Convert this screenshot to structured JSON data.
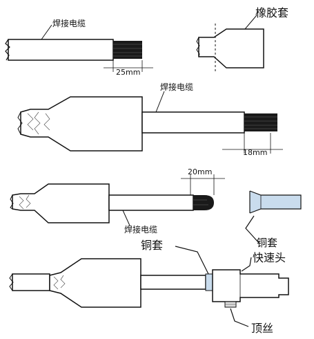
{
  "labels": {
    "cable_1": "焊接电缆",
    "rubber_sleeve": "橡胶套",
    "cable_2": "焊接电缆",
    "cable_3": "焊接电缆",
    "copper_sleeve_part": "铜套",
    "copper_sleeve_assembly": "铜套",
    "quick_connector": "快速头",
    "set_screw": "顶丝"
  },
  "dimensions": {
    "strip_25": "25mm",
    "strip_18": "18mm",
    "fold_20": "20mm"
  },
  "colors": {
    "ink": "#111111",
    "copper_tint": "#c9dced",
    "rubber_fill": "#ffffff",
    "wire": "#1a1a1a"
  }
}
